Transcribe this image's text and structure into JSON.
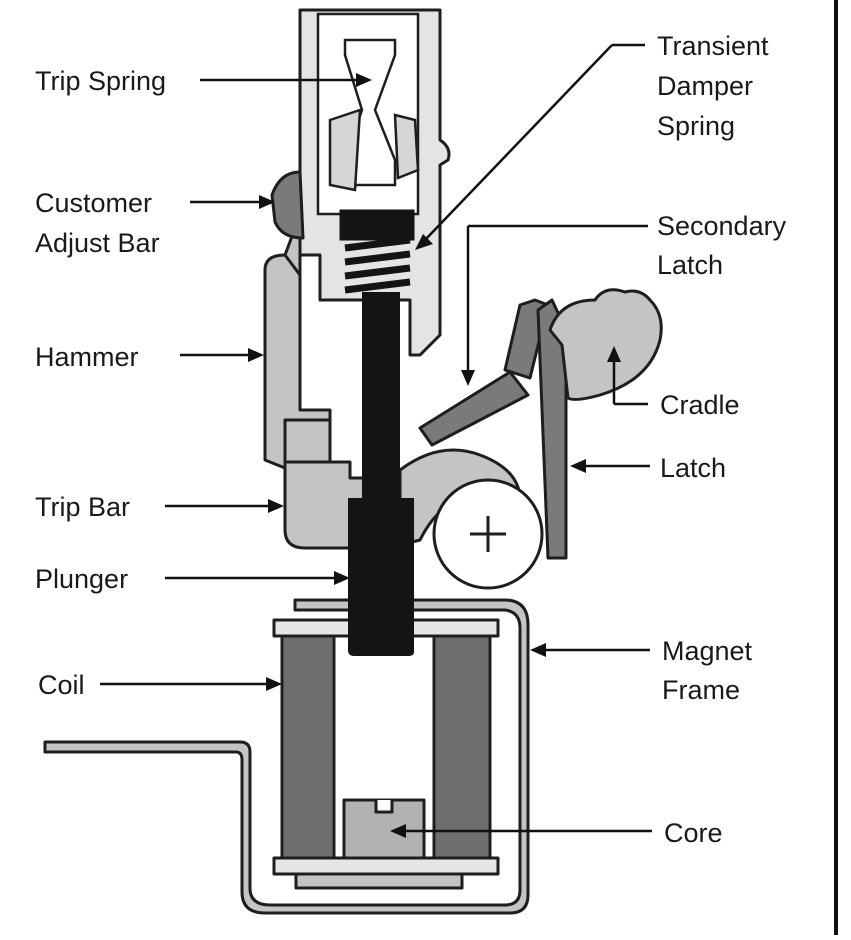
{
  "labels": {
    "trip_spring": "Trip Spring",
    "customer_adjust_bar": [
      "Customer",
      "Adjust Bar"
    ],
    "hammer": "Hammer",
    "trip_bar": "Trip Bar",
    "plunger": "Plunger",
    "coil": "Coil",
    "transient_damper_spring": [
      "Transient",
      "Damper",
      "Spring"
    ],
    "secondary_latch": [
      "Secondary",
      "Latch"
    ],
    "cradle": "Cradle",
    "latch": "Latch",
    "magnet_frame": [
      "Magnet",
      "Frame"
    ],
    "core": "Core"
  },
  "colors": {
    "background": "#ffffff",
    "outline": "#1e1e1e",
    "light_gray": "#c4c4c4",
    "mid_gray": "#9a9a9a",
    "dark_gray": "#6e6e6e",
    "black_part": "#141414"
  }
}
